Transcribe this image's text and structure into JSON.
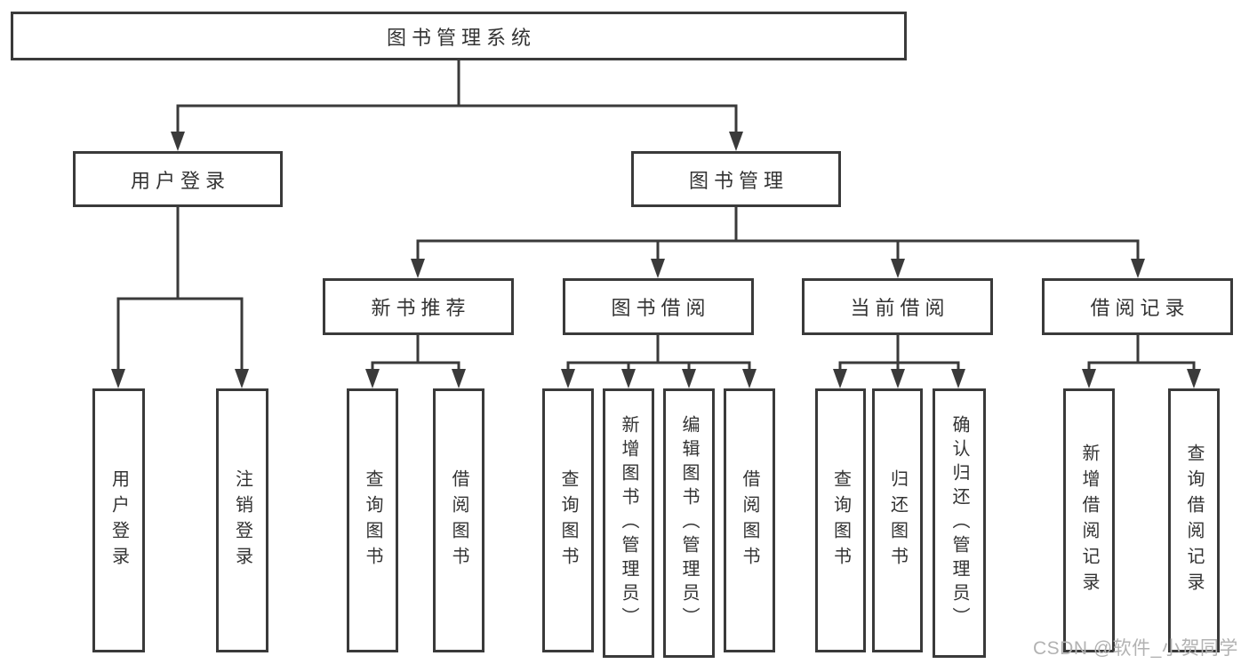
{
  "tree": {
    "root": {
      "label": "图书管理系统",
      "children": [
        {
          "label": "用户登录",
          "children": [
            {
              "label": "用户登录"
            },
            {
              "label": "注销登录"
            }
          ]
        },
        {
          "label": "图书管理",
          "children": [
            {
              "label": "新书推荐",
              "children": [
                {
                  "label": "查询图书"
                },
                {
                  "label": "借阅图书"
                }
              ]
            },
            {
              "label": "图书借阅",
              "children": [
                {
                  "label": "查询图书"
                },
                {
                  "label": "新增图书（管理员）"
                },
                {
                  "label": "编辑图书（管理员）"
                },
                {
                  "label": "借阅图书"
                }
              ]
            },
            {
              "label": "当前借阅",
              "children": [
                {
                  "label": "查询图书"
                },
                {
                  "label": "归还图书"
                },
                {
                  "label": "确认归还（管理员）"
                }
              ]
            },
            {
              "label": "借阅记录",
              "children": [
                {
                  "label": "新增借阅记录"
                },
                {
                  "label": "查询借阅记录"
                }
              ]
            }
          ]
        }
      ]
    }
  },
  "watermark": {
    "text": "CSDN @软件_小贺同学"
  },
  "colors": {
    "line": "#3a3a3a",
    "text": "#333333",
    "watermark": "#b2b2b2",
    "background": "#ffffff"
  }
}
